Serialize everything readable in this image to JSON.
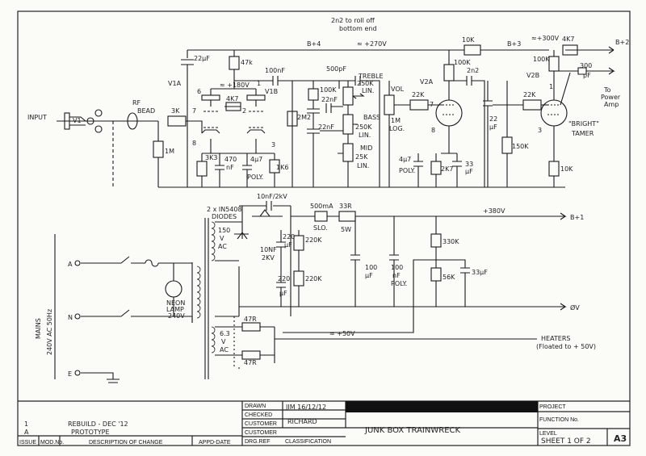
{
  "preamp": {
    "rail_b4": "B+4",
    "rail_b4_v": "≈ +270V",
    "rail_b3": "B+3",
    "rail_b3_v": "≈+300V",
    "rail_b2": "B+2",
    "note_2n2": "2n2 to roll off",
    "note_2n2b": "bottom end",
    "r_b4b3": "10K",
    "r_b3b2": "4K7",
    "c_input": "22µF",
    "r_plate_v1a": "47k",
    "v1a": "V1A",
    "v1b": "V1B",
    "v2a": "V2A",
    "v2b": "V2B",
    "bias_v": "≈ +180V",
    "c_coupling1": "100nF",
    "c_treble": "500pF",
    "treble": "TREBLE",
    "treble_val": "250K",
    "treble_lin": "LIN.",
    "r_100k_tone": "100K",
    "c_22nf_a": "22nF",
    "c_22nf_b": "22nF",
    "bass": "BASS",
    "bass_val": "250K",
    "bass_lin": "LIN.",
    "mid": "MID",
    "mid_val": "25K",
    "mid_lin": "LIN.",
    "r_2m2": "2M2",
    "vol": "VOL",
    "vol_val": "1M",
    "vol_log": "LOG.",
    "r_22k_a": "22K",
    "r_22k_b": "22K",
    "c_2n2": "2n2",
    "r_100k_v2": "100K",
    "r_100k_v2b": "100K",
    "c_22uf": "22",
    "c_22uf_u": "µF",
    "r_150k": "150K",
    "r_10k": "10K",
    "c_4u7": "4µ7",
    "c_4u7b": "POLY.",
    "r_2k7": "2K7",
    "c_33uf": "33",
    "c_33uf_u": "µF",
    "c_300pf": "300",
    "c_300pf_u": "pF",
    "to_power": "To",
    "to_power2": "Power",
    "to_power3": "Amp",
    "bright": "\"BRIGHT\"",
    "bright2": "TAMER",
    "input": "INPUT",
    "v1": "V1",
    "rf_bead": "RF",
    "rf_bead2": "BEAD",
    "r_3k": "3K",
    "r_1m": "1M",
    "r_4k7": "4K7",
    "r_3k3": "3K3",
    "c_470nf": "470",
    "c_470nf2": "nF",
    "c_4u7v1": "4µ7",
    "c_4u7v1b": "POLY.",
    "r_1k6": "1K6",
    "pin6": "6",
    "pin7": "7",
    "pin8": "8",
    "pin3": "3",
    "pin2": "2",
    "pin1": "1",
    "pin1b": "1",
    "pin3b": "3",
    "pin7b": "7",
    "pin8b": "8"
  },
  "psu": {
    "c_10nf": "10nF/2kV",
    "diodes": "2 x IN5408",
    "diodes2": "DIODES",
    "fuse_sb": "500mA",
    "fuse_sb2": "SLO.",
    "r_33r": "33R",
    "r_5w": "5W",
    "rail_b1_v": "+380V",
    "rail_b1": "B+1",
    "sec_v": "150",
    "sec_v2": "V",
    "sec_v3": "AC",
    "c_10nf2": "10NF",
    "c_10nf2b": "2KV",
    "c_220uf_a": "220",
    "c_220uf_a2": "µF",
    "c_220uf_b": "220",
    "c_220uf_b2": "µF",
    "r_220k_a": "220K",
    "r_220k_b": "220K",
    "c_100uf": "100",
    "c_100uf2": "µF",
    "c_100nf": "100",
    "c_100nf2": "nF",
    "c_100nf3": "POLY.",
    "r_330k": "330K",
    "r_56k": "56K",
    "c_33uf": "33µF",
    "zero_v": "ØV",
    "mains": "MAINS",
    "mains2": "240V AC 50Hz",
    "a": "A",
    "n": "N",
    "e": "E",
    "neon": "NEON",
    "neon2": "LAMP",
    "neon3": "240V",
    "r_47r_a": "47R",
    "r_47r_b": "47R",
    "heat_v": "6.3",
    "heat_v2": "V",
    "heat_v3": "AC",
    "heat_rail": "≈ +50V",
    "heaters": "HEATERS",
    "heaters2": "(Floated to + 50V)"
  },
  "titleblock": {
    "drawn": "DRAWN",
    "checked": "CHECKED",
    "customer": "CUSTOMER",
    "customer2": "CUSTOMER",
    "drg_ref": "DRG.REF",
    "classification": "CLASSIFICATION",
    "drawn_val": "JIM 16/12/12",
    "customer_val": "RICHARD",
    "title": "JUNK BOX TRAINWRECK",
    "project": "PROJECT",
    "function_no": "FUNCTION No.",
    "level": "LEVEL",
    "sheet": "SHEET 1 OF 2",
    "size": "A3",
    "issue": "ISSUE",
    "mod_no": "MOD.No.",
    "desc": "DESCRIPTION OF CHANGE",
    "appd_date": "APPD-DATE",
    "issue_val": "1",
    "mod_val": "A",
    "change_val": "REBUILD - DEC '12",
    "change_val2": "PROTOTYPE"
  }
}
